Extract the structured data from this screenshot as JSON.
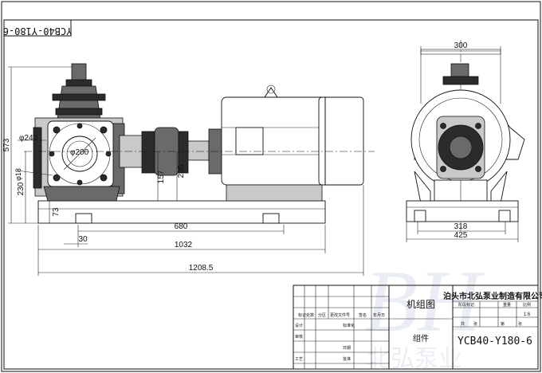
{
  "drawing": {
    "code_mirrored": "YCB40-Y180-6"
  },
  "dimensions": {
    "top_width": "300",
    "height_573": "573",
    "dia_240": "φ240",
    "dia_200": "φ200",
    "dia_18": "φ18",
    "h_230": "230",
    "h_157": "157",
    "h_205": "205",
    "h_73": "73",
    "len_680": "680",
    "len_30": "30",
    "len_1032": "1032",
    "len_1208": "1208.5",
    "w_318": "318",
    "w_425": "425"
  },
  "title_block": {
    "company": "泊头市北弘泵业制造有限公司",
    "drawing_name": "机组图",
    "part_type": "组件",
    "drawing_code": "YCB40-Y180-6",
    "scale": "1:6",
    "small_labels": [
      "标记",
      "处数",
      "分区",
      "更改文件号",
      "签名",
      "年月日",
      "设计",
      "标准化",
      "审核",
      "工艺",
      "批准",
      "日期",
      "阶段标记",
      "重量",
      "比例",
      "共",
      "张",
      "第",
      "张"
    ]
  },
  "watermark": {
    "logo": "BH",
    "text": "北弘泵业"
  }
}
